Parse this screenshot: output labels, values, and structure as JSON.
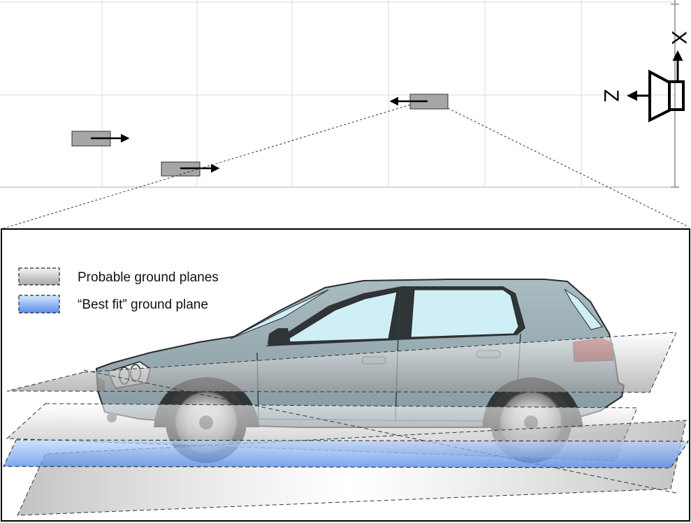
{
  "top_view": {
    "axes": {
      "x_label": "X",
      "z_label": "Z"
    }
  },
  "legend": {
    "probable_label": "Probable ground planes",
    "best_fit_label": "“Best fit” ground plane"
  },
  "colors": {
    "car_body": "#97aab0",
    "window_glass": "#cfeef6",
    "best_fit_plane": "#6e9be8",
    "probable_plane": "#bdbdbd",
    "vehicle_marker": "#a6a6a6",
    "tail_light": "#8c1e1e"
  },
  "icons": [
    "camera-icon",
    "car-illustration",
    "vehicle-marker-arrow"
  ]
}
